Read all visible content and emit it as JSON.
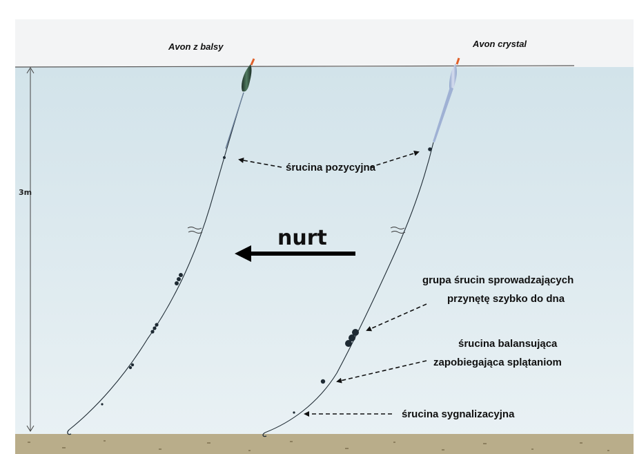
{
  "floats": {
    "left_name": "Avon z balsy",
    "right_name": "Avon crystal"
  },
  "labels": {
    "position_shot": "śrucina pozycyjna",
    "current": "nurt",
    "bulk_shot_line1": "grupa śrucin sprowadzających",
    "bulk_shot_line2": "przynętę szybko do dna",
    "balance_shot_line1": "śrucina balansująca",
    "balance_shot_line2": "zapobiegająca splątaniom",
    "tell_shot": "śrucina sygnalizacyjna"
  },
  "depth": {
    "label": "3m"
  },
  "colors": {
    "sky": "#f3f4f5",
    "water_top": "#d3e4eb",
    "water_bottom": "#e6eff3",
    "riverbed": "#b9ad8a",
    "line": "#1e2a33",
    "float_tip": "#e0602a",
    "balsa_body": "#2f4a3a",
    "crystal_body": "#a9b9d6"
  },
  "icons": {
    "current_arrow": "arrow-left-icon",
    "hook": "hook-icon",
    "break_mark": "wavy-break-icon"
  }
}
